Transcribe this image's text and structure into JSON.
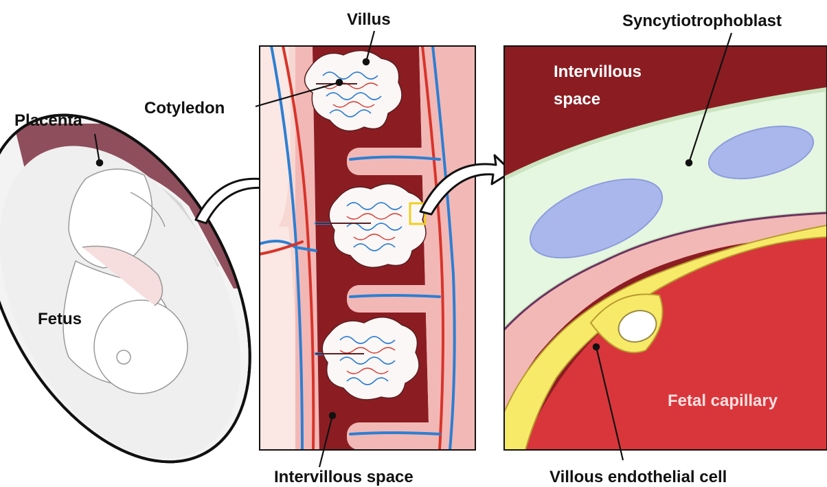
{
  "labels": {
    "placenta": "Placenta",
    "fetus": "Fetus",
    "cotyledon": "Cotyledon",
    "villus": "Villus",
    "intervillous_space_bottom": "Intervillous space",
    "syncytiotrophoblast": "Syncytiotrophoblast",
    "intervillous_space_line1": "Intervillous",
    "intervillous_space_line2": "space",
    "fetal_capillary": "Fetal capillary",
    "villous_endothelial_cell": "Villous endothelial cell"
  },
  "colors": {
    "maternal_blood": "#8b1d22",
    "fetal_blood": "#d9363b",
    "artery_red": "#d8342a",
    "vein_blue": "#2d7fd2",
    "syncytio_green": "#e6f7e1",
    "nucleus_blue": "#aab7ec",
    "endothelial_yellow": "#f7ea68",
    "pink_tissue": "#f2b8b6",
    "placenta_wall": "#8f4e5c"
  }
}
